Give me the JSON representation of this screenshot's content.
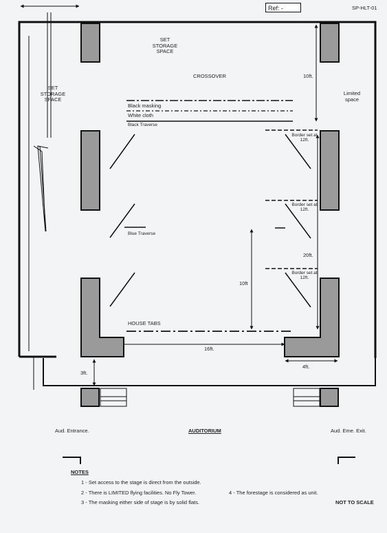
{
  "header": {
    "ref_label": "Ref: -",
    "code": "SP-HLT-01"
  },
  "labels": {
    "set_storage_top": "SET\nSTORAGE\nSPACE",
    "set_storage_left": "SET\nSTORAGE\nSPACE",
    "crossover": "CROSSOVER",
    "limited_space": "Limited\nspace",
    "black_masking": "Black masking",
    "white_cloth": "White cloth",
    "black_traverse": "Black Traverse",
    "blue_traverse": "Blue Traverse",
    "border_set_1": "Border set at\n12ft.",
    "border_set_2": "Border set at\n12ft.",
    "border_set_3": "Border set at\n12ft.",
    "house_tabs": "HOUSE TABS",
    "auditorium": "AUDITORIUM",
    "aud_entrance": "Aud. Entrance.",
    "aud_eme_exit": "Aud. Eme. Exit."
  },
  "dimensions": {
    "d_10ft_top": "10ft.",
    "d_20ft": "20ft.",
    "d_10ft_mid": "10ft",
    "d_16ft": "16ft.",
    "d_3ft": "3ft.",
    "d_4ft": "4ft."
  },
  "notes": {
    "title": "NOTES",
    "items": [
      "1 - Set access to the stage is direct from the outside.",
      "2 - There is LIMITED flying facilities. No Fly Tower.",
      "3 - The masking either side of stage is by solid flats.",
      "4 - The forestage is considered as unit."
    ],
    "not_to_scale": "NOT TO SCALE"
  }
}
